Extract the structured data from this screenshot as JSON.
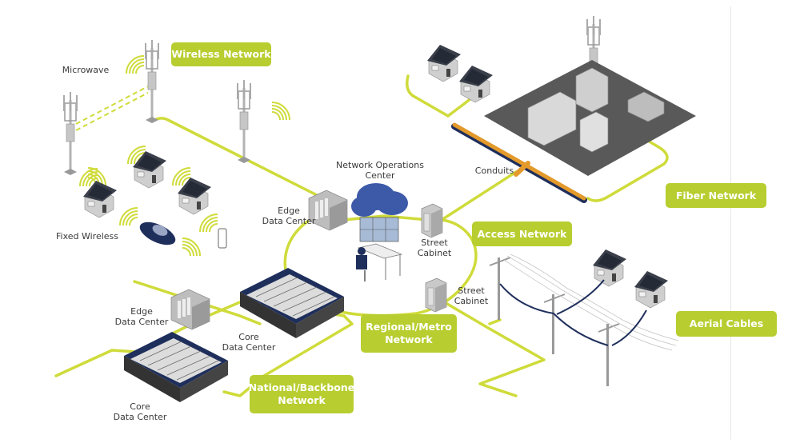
{
  "title": "Telecom Network Infrastructure Overview",
  "colors": {
    "accent_lime": "#b8cd2f",
    "cable_lime": "#cfdb3a",
    "conduit_orange": "#e39a2a",
    "navy": "#1f2f5c",
    "cloud_blue": "#3d5aa8",
    "building_gray": "#9c9c9c"
  },
  "network_tags": {
    "wireless": "Wireless Network",
    "fiber": "Fiber Network",
    "access": "Access Network",
    "aerial": "Aerial Cables",
    "regional": "Regional/Metro\nNetwork",
    "national": "National/Backbone\nNetwork"
  },
  "labels": {
    "microwave": "Microwave",
    "fixed_wireless": "Fixed Wireless",
    "edge_dc_top": "Edge\nData Center",
    "noc": "Network Operations\nCenter",
    "conduits": "Conduits",
    "street_cabinet_top": "Street\nCabinet",
    "street_cabinet_bottom": "Street\nCabinet",
    "edge_dc_bottom": "Edge\nData Center",
    "core_dc_right": "Core\nData Center",
    "core_dc_left": "Core\nData Center"
  },
  "icons": {
    "cell_towers": [
      "cell-tower-icon",
      "cell-tower-icon",
      "cell-tower-icon",
      "cell-tower-icon"
    ],
    "houses": [
      "house-icon",
      "house-icon",
      "house-icon",
      "house-icon",
      "house-icon",
      "house-icon",
      "house-icon"
    ],
    "car": "car-icon",
    "phone": "smartphone-icon",
    "cloud": "cloud-icon",
    "operator": "operator-workstation-icon",
    "city_block": "city-block-icon",
    "utility_poles": [
      "utility-pole-icon",
      "utility-pole-icon",
      "utility-pole-icon"
    ],
    "data_centers": [
      "edge-data-center-icon",
      "edge-data-center-icon",
      "core-data-center-icon",
      "core-data-center-icon"
    ],
    "street_cabinets": [
      "street-cabinet-icon",
      "street-cabinet-icon"
    ]
  }
}
